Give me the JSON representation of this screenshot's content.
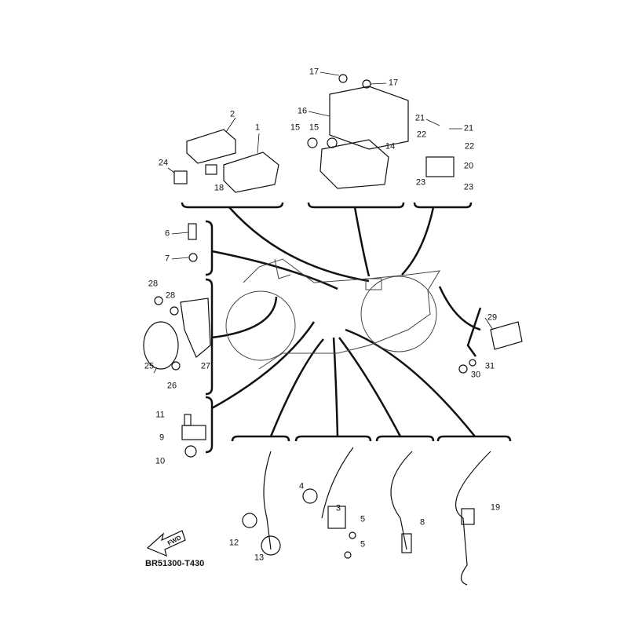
{
  "diagram_code": "BR51300-T430",
  "fwd_label": "FWD",
  "labels": [
    "17",
    "17",
    "16",
    "15",
    "15",
    "14",
    "2",
    "1",
    "24",
    "18",
    "21",
    "21",
    "22",
    "22",
    "20",
    "23",
    "23",
    "6",
    "7",
    "28",
    "28",
    "25",
    "26",
    "27",
    "29",
    "30",
    "31",
    "11",
    "9",
    "10",
    "4",
    "3",
    "5",
    "5",
    "8",
    "19",
    "12",
    "13"
  ]
}
